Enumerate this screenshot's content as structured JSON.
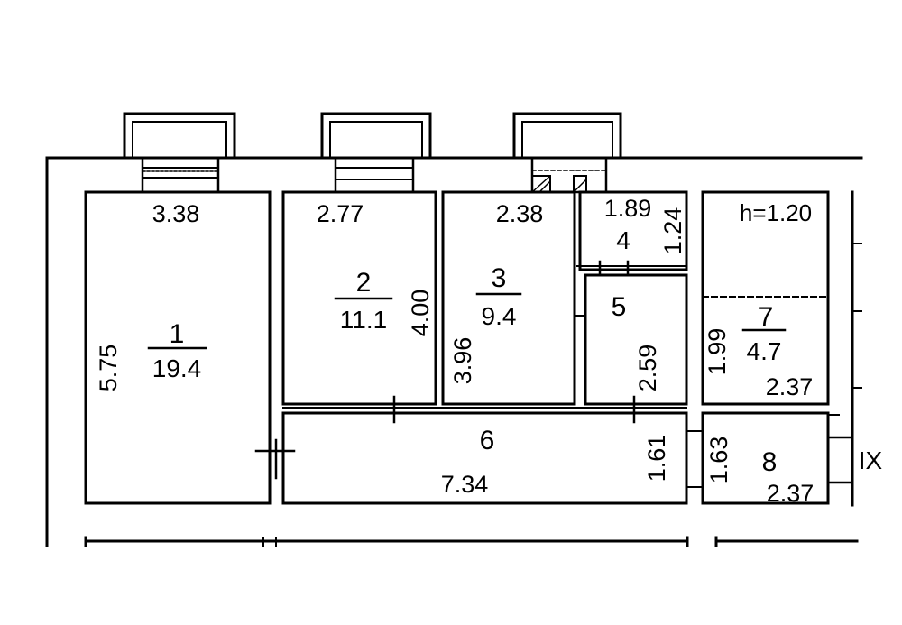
{
  "rooms": [
    {
      "id": "r1",
      "number": "1",
      "area": "19.4",
      "top_dim": "3.38",
      "side_dim": "5.75"
    },
    {
      "id": "r2",
      "number": "2",
      "area": "11.1",
      "top_dim": "2.77",
      "side_dim": "4.00"
    },
    {
      "id": "r3",
      "number": "3",
      "area": "9.4",
      "top_dim": "2.38",
      "side_dim": "3.96"
    },
    {
      "id": "r4",
      "number": "4",
      "top_dim": "1.89",
      "side_dim": "1.24"
    },
    {
      "id": "r5",
      "number": "5",
      "side_dim": "2.59"
    },
    {
      "id": "r6",
      "number": "6",
      "bottom_dim": "7.34",
      "side_dim": "1.61"
    },
    {
      "id": "r7",
      "number": "7",
      "area": "4.7",
      "side_dim": "1.99",
      "bottom_dim": "2.37"
    },
    {
      "id": "r8",
      "number": "8",
      "side_dim": "1.63",
      "bottom_dim": "2.37"
    }
  ],
  "height_note": "h=1.20",
  "axis_label": "IX",
  "colors": {
    "line": "#000000",
    "background": "#ffffff"
  }
}
